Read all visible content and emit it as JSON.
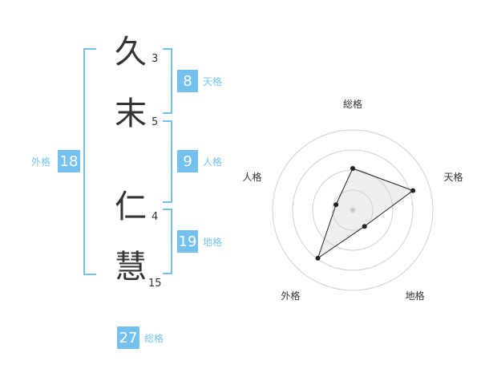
{
  "name": {
    "chars": [
      {
        "char": "久",
        "strokes": "3"
      },
      {
        "char": "末",
        "strokes": "5"
      },
      {
        "char": "仁",
        "strokes": "4"
      },
      {
        "char": "慧",
        "strokes": "15"
      }
    ]
  },
  "fortunes": {
    "tenkaku": {
      "value": "8",
      "label": "天格"
    },
    "jinkaku": {
      "value": "9",
      "label": "人格"
    },
    "chikaku": {
      "value": "19",
      "label": "地格"
    },
    "gaikaku": {
      "value": "18",
      "label": "外格"
    },
    "soukaku": {
      "value": "27",
      "label": "総格"
    }
  },
  "colors": {
    "accent": "#74c1f0",
    "text": "#333333"
  },
  "chart_data": {
    "type": "radar",
    "axes": [
      "総格",
      "天格",
      "地格",
      "外格",
      "人格"
    ],
    "values": [
      0.52,
      0.79,
      0.25,
      0.74,
      0.22
    ],
    "max": 1,
    "rings": 4
  }
}
